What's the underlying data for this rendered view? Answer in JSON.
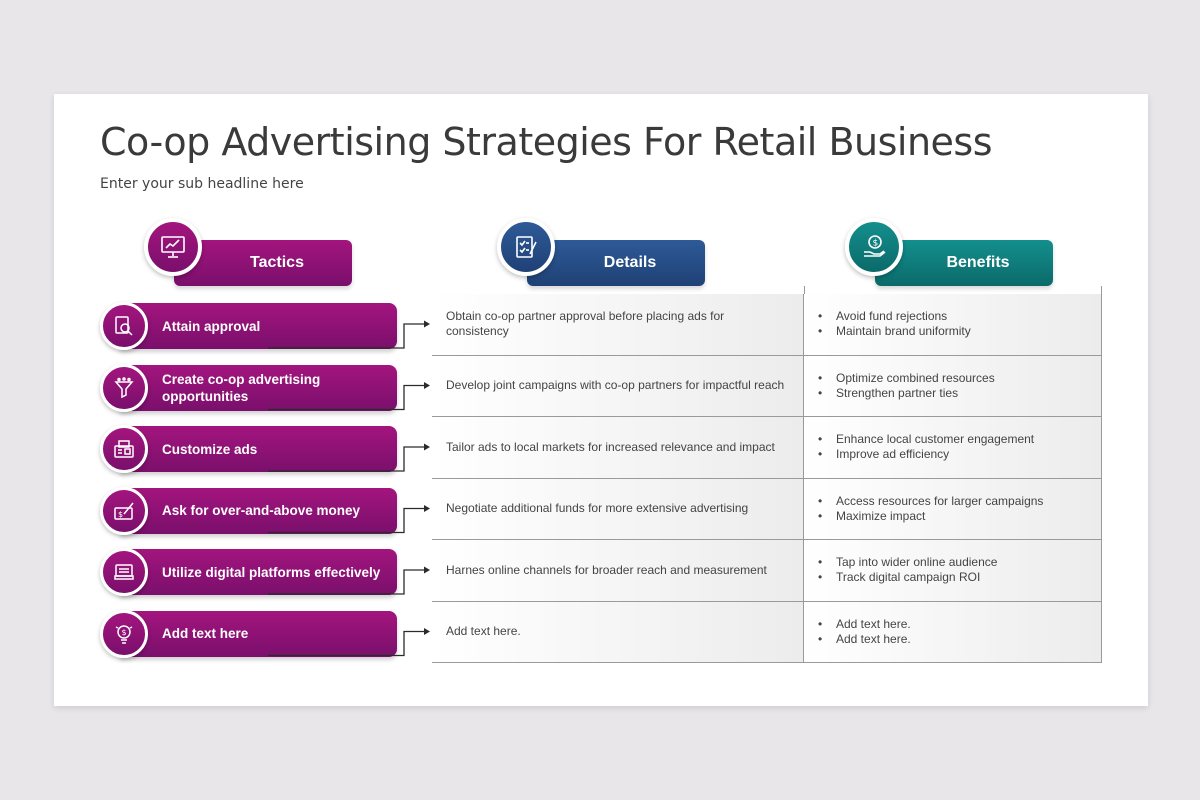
{
  "title": "Co-op Advertising Strategies For Retail Business",
  "subtitle": "Enter your sub headline here",
  "headers": {
    "tactics": {
      "label": "Tactics",
      "icon": "monitor-chart-icon"
    },
    "details": {
      "label": "Details",
      "icon": "checklist-icon"
    },
    "benefits": {
      "label": "Benefits",
      "icon": "hand-money-icon"
    }
  },
  "colors": {
    "tactics": "#8e1278",
    "details": "#27508a",
    "benefits": "#0f7d7c"
  },
  "rows": [
    {
      "tactic": "Attain approval",
      "icon": "document-search-icon",
      "detail": "Obtain co-op partner approval before placing ads for consistency",
      "benefits": [
        "Avoid fund rejections",
        "Maintain brand uniformity"
      ]
    },
    {
      "tactic": "Create co-op advertising opportunities",
      "icon": "funnel-icon",
      "detail": "Develop joint campaigns with co-op partners for impactful reach",
      "benefits": [
        "Optimize combined resources",
        "Strengthen partner ties"
      ]
    },
    {
      "tactic": "Customize ads",
      "icon": "fax-machine-icon",
      "detail": "Tailor ads to local markets for increased relevance and impact",
      "benefits": [
        "Enhance local customer engagement",
        "Improve ad efficiency"
      ]
    },
    {
      "tactic": "Ask for over-and-above money",
      "icon": "money-check-icon",
      "detail": "Negotiate additional funds for more extensive advertising",
      "benefits": [
        "Access resources for larger campaigns",
        "Maximize impact"
      ]
    },
    {
      "tactic": "Utilize digital platforms effectively",
      "icon": "devices-icon",
      "detail": "Harnes online channels for broader reach and measurement",
      "benefits": [
        "Tap into wider online audience",
        "Track digital campaign ROI"
      ]
    },
    {
      "tactic": "Add text here",
      "icon": "lightbulb-dollar-icon",
      "detail": "Add text here.",
      "benefits": [
        "Add text here.",
        "Add text here."
      ]
    }
  ]
}
